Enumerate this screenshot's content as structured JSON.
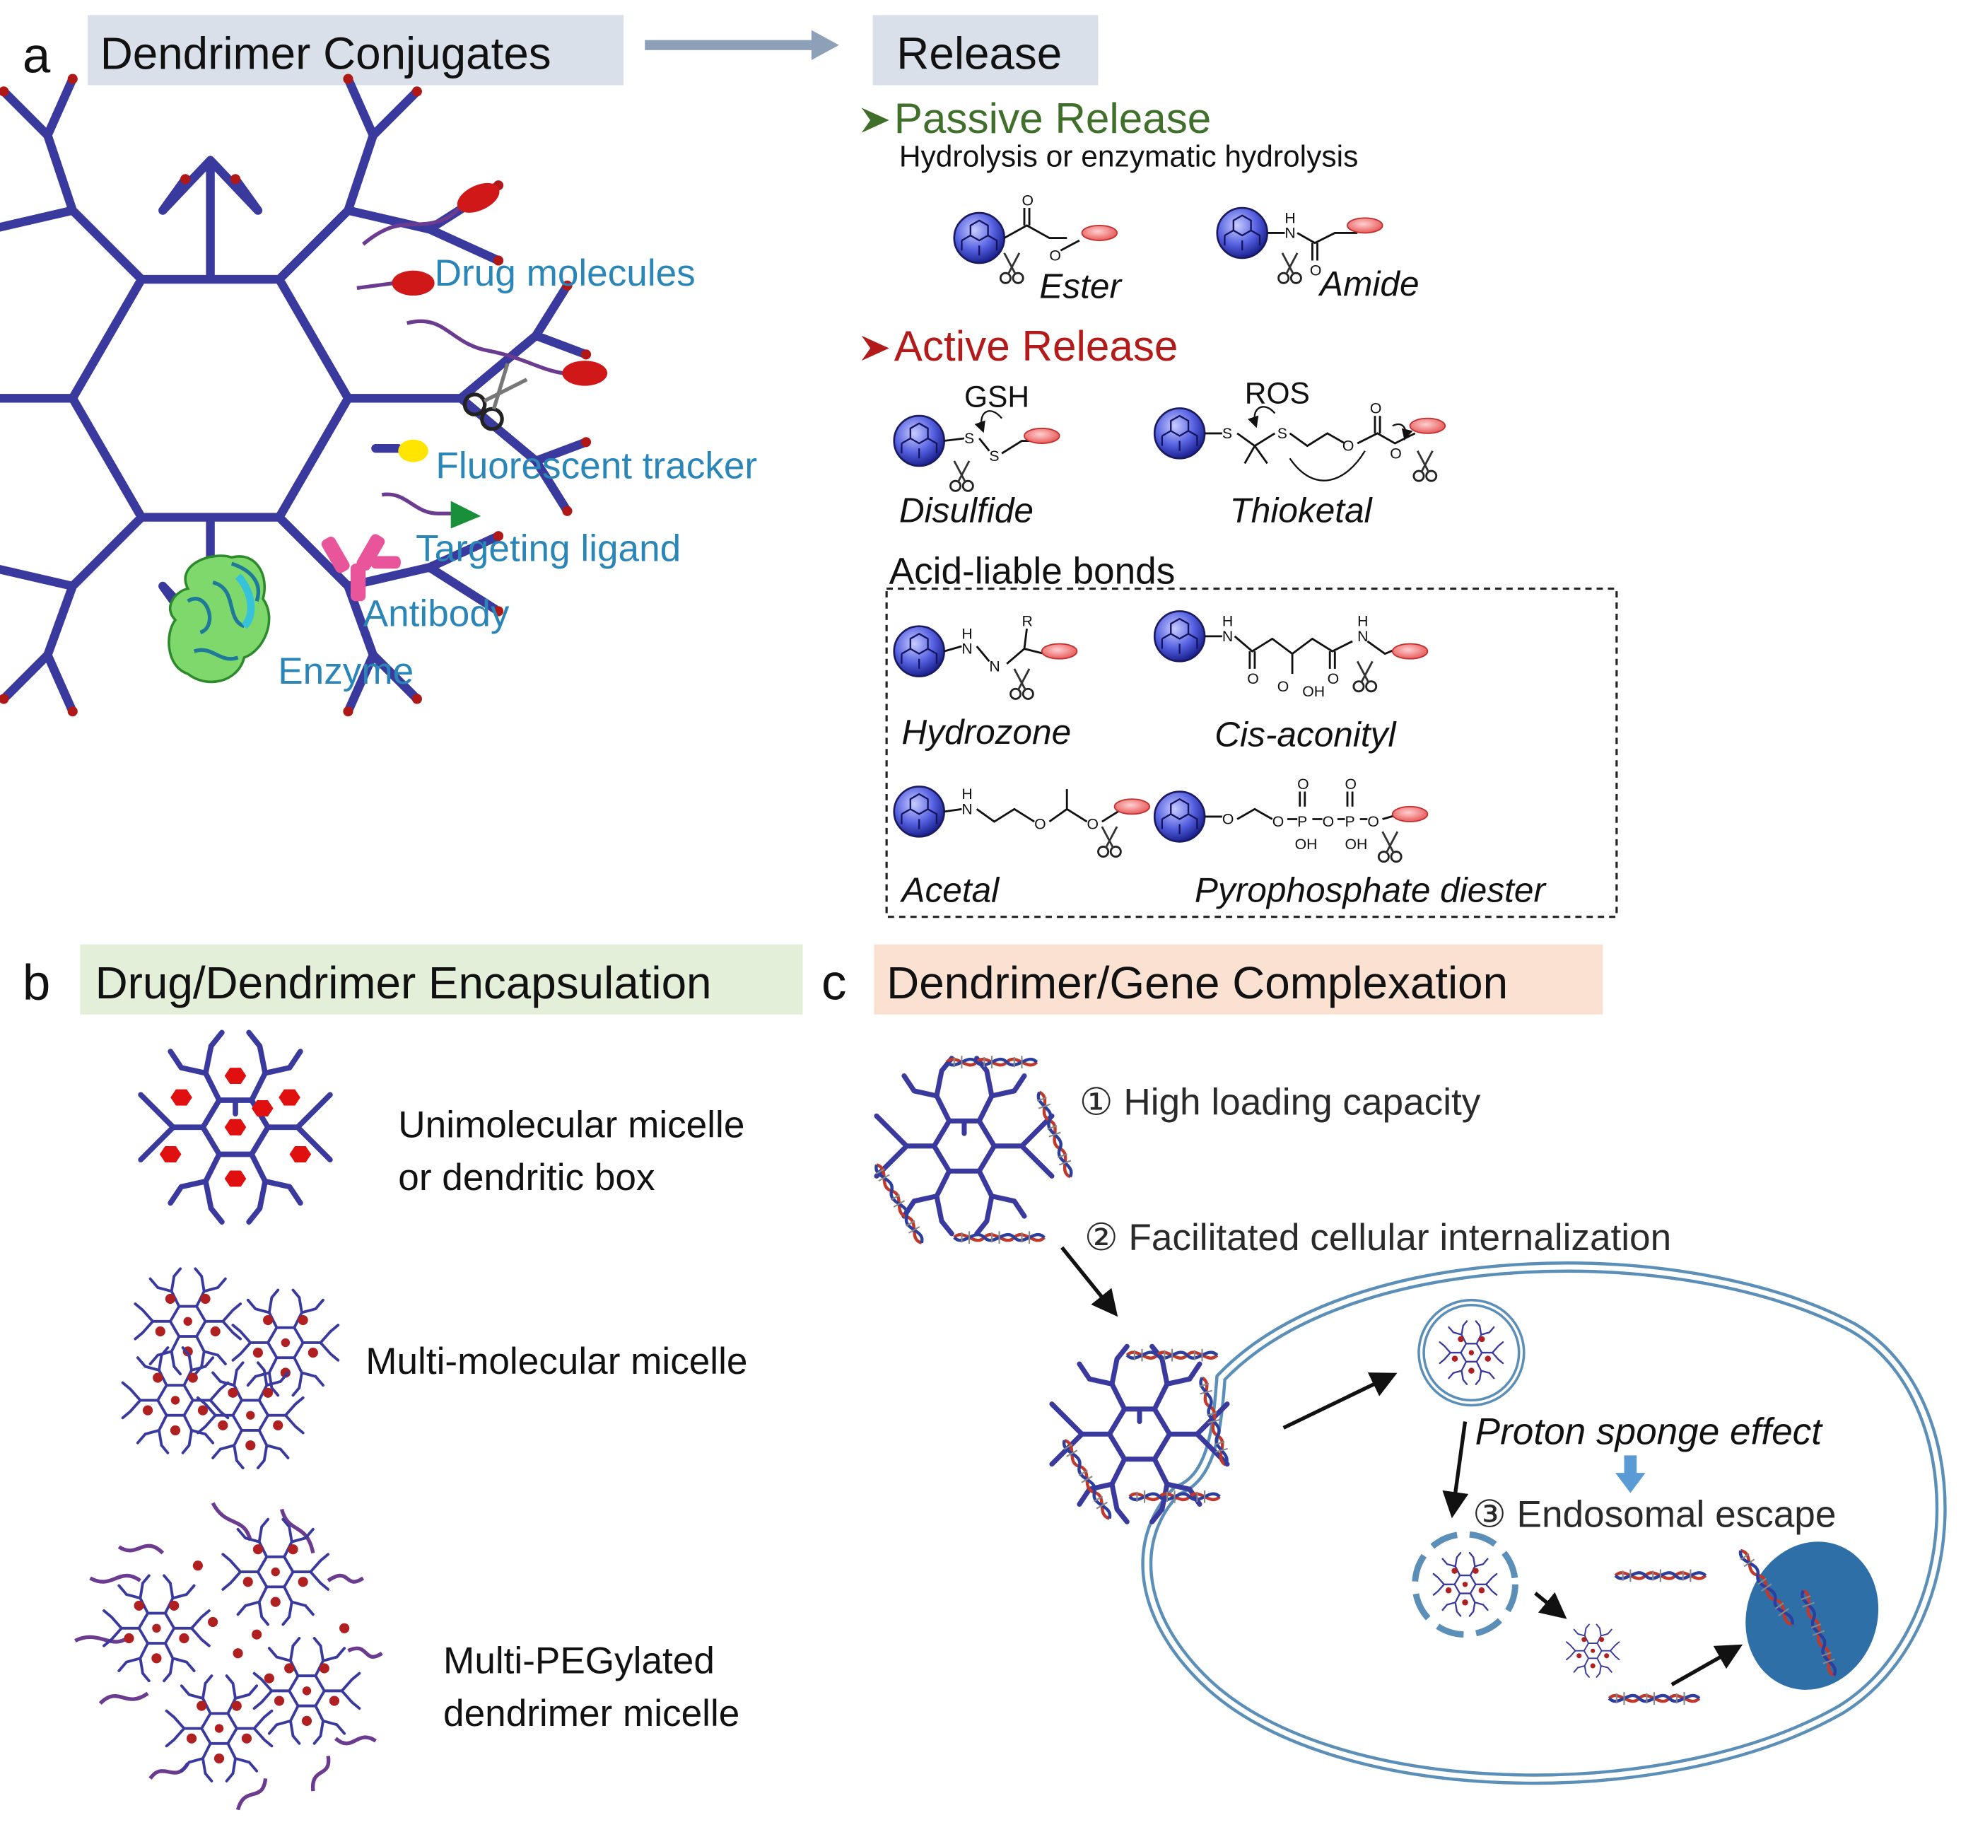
{
  "panel_letters": {
    "a": "a",
    "b": "b",
    "c": "c"
  },
  "panel_a": {
    "title": "Dendrimer Conjugates",
    "labels": {
      "drug": "Drug molecules",
      "fluor": "Fluorescent tracker",
      "target": "Targeting ligand",
      "antibody": "Antibody",
      "enzyme": "Enzyme"
    }
  },
  "release": {
    "title": "Release",
    "passive": {
      "title": "Passive Release",
      "subtitle": "Hydrolysis or enzymatic hydrolysis",
      "bonds": [
        "Ester",
        "Amide"
      ]
    },
    "active": {
      "title": "Active Release",
      "triggers": [
        "GSH",
        "ROS"
      ],
      "bonds": [
        "Disulfide",
        "Thioketal"
      ]
    },
    "acid": {
      "title": "Acid-liable bonds",
      "bonds": [
        "Hydrozone",
        "Cis-aconityl",
        "Acetal",
        "Pyrophosphate diester"
      ]
    }
  },
  "panel_b": {
    "title": "Drug/Dendrimer Encapsulation",
    "items": [
      {
        "line1": "Unimolecular micelle",
        "line2": "or dendritic box"
      },
      {
        "line1": "Multi-molecular micelle",
        "line2": ""
      },
      {
        "line1": "Multi-PEGylated",
        "line2": "dendrimer micelle"
      }
    ]
  },
  "panel_c": {
    "title": "Dendrimer/Gene Complexation",
    "points": [
      "① High loading capacity",
      "② Facilitated cellular internalization",
      "③ Endosomal escape"
    ],
    "effect": "Proton sponge effect"
  },
  "colors": {
    "dendrimer": "#3a3a9e",
    "drug": "#d01818",
    "passive": "#3f6f2a",
    "active": "#b31b1b",
    "teal_label": "#2b86b8",
    "header_blue": "#d9e0ea",
    "header_green": "#e3efd9",
    "header_peach": "#fbe1d2",
    "cell": "#5b8fb8",
    "nucleus": "#2e6fa8"
  }
}
